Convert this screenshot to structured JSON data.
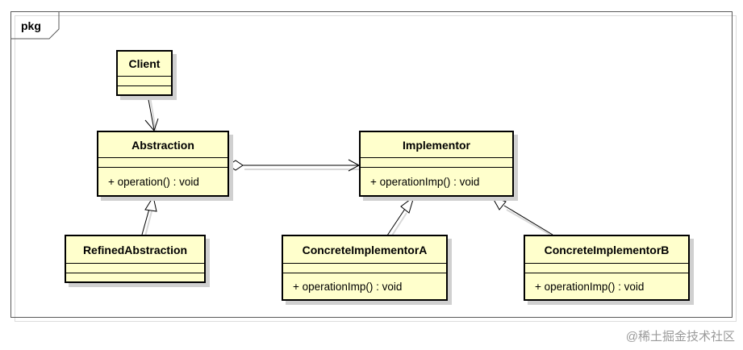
{
  "package": {
    "label": "pkg"
  },
  "classes": {
    "client": {
      "name": "Client"
    },
    "abstraction": {
      "name": "Abstraction",
      "operation": "+ operation() : void"
    },
    "refined": {
      "name": "RefinedAbstraction"
    },
    "implementor": {
      "name": "Implementor",
      "operation": "+ operationImp() : void"
    },
    "concreteA": {
      "name": "ConcreteImplementorA",
      "operation": "+ operationImp() : void"
    },
    "concreteB": {
      "name": "ConcreteImplementorB",
      "operation": "+ operationImp() : void"
    }
  },
  "relations": [
    {
      "type": "association",
      "from": "Client",
      "to": "Abstraction"
    },
    {
      "type": "aggregation",
      "from": "Abstraction",
      "to": "Implementor"
    },
    {
      "type": "generalization",
      "from": "RefinedAbstraction",
      "to": "Abstraction"
    },
    {
      "type": "generalization",
      "from": "ConcreteImplementorA",
      "to": "Implementor"
    },
    {
      "type": "generalization",
      "from": "ConcreteImplementorB",
      "to": "Implementor"
    }
  ],
  "watermark": "@稀土掘金技术社区",
  "colors": {
    "class_fill": "#ffffcc",
    "border": "#000000",
    "shadow": "#d0d0d0"
  }
}
